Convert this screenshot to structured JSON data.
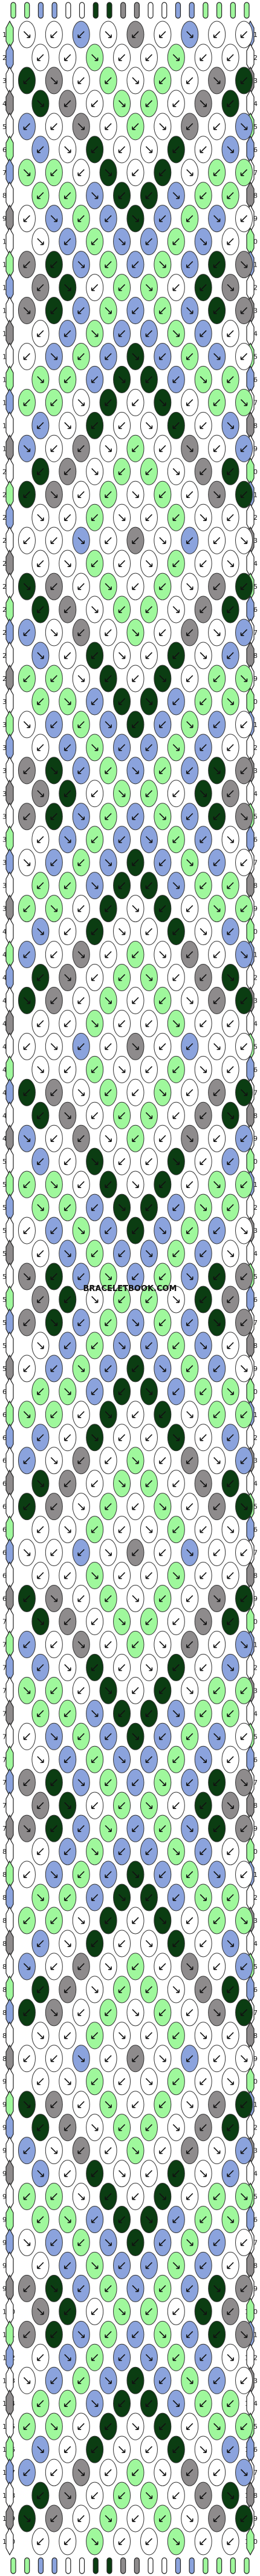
{
  "pattern": {
    "rows": 110,
    "strings": 18,
    "thread_colors": {
      "A": "#9ff89c",
      "B": "#8ba3dd",
      "C": "#ffffff",
      "D": "#0b3d12",
      "E": "#8e8b8c"
    },
    "top_strings": [
      "A",
      "A",
      "B",
      "B",
      "C",
      "C",
      "D",
      "D",
      "E",
      "E",
      "C",
      "C",
      "B",
      "B",
      "A",
      "A",
      "A",
      "A"
    ]
  },
  "watermark": {
    "text": "BRACELETBOOK.COM",
    "color": "#111111"
  }
}
